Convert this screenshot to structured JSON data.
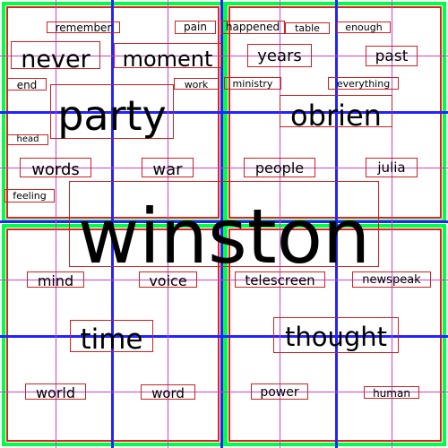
{
  "colors": {
    "background": "#ffffff",
    "quadrant_outer": "#00ff44",
    "quadrant_inner": "#dd2222",
    "center_lines": "#2222ff",
    "grid_lines": "#cc44cc",
    "word_boxes": "#cc2222",
    "text": "#000000"
  },
  "words": [
    "winston",
    "party",
    "obrien",
    "never",
    "moment",
    "years",
    "past",
    "words",
    "war",
    "people",
    "julia",
    "mind",
    "voice",
    "telescreen",
    "newspeak",
    "time",
    "thought",
    "world",
    "word",
    "power",
    "human",
    "remember",
    "pain",
    "happened",
    "table",
    "enough",
    "end",
    "work",
    "ministry",
    "everything",
    "head",
    "feeling"
  ]
}
